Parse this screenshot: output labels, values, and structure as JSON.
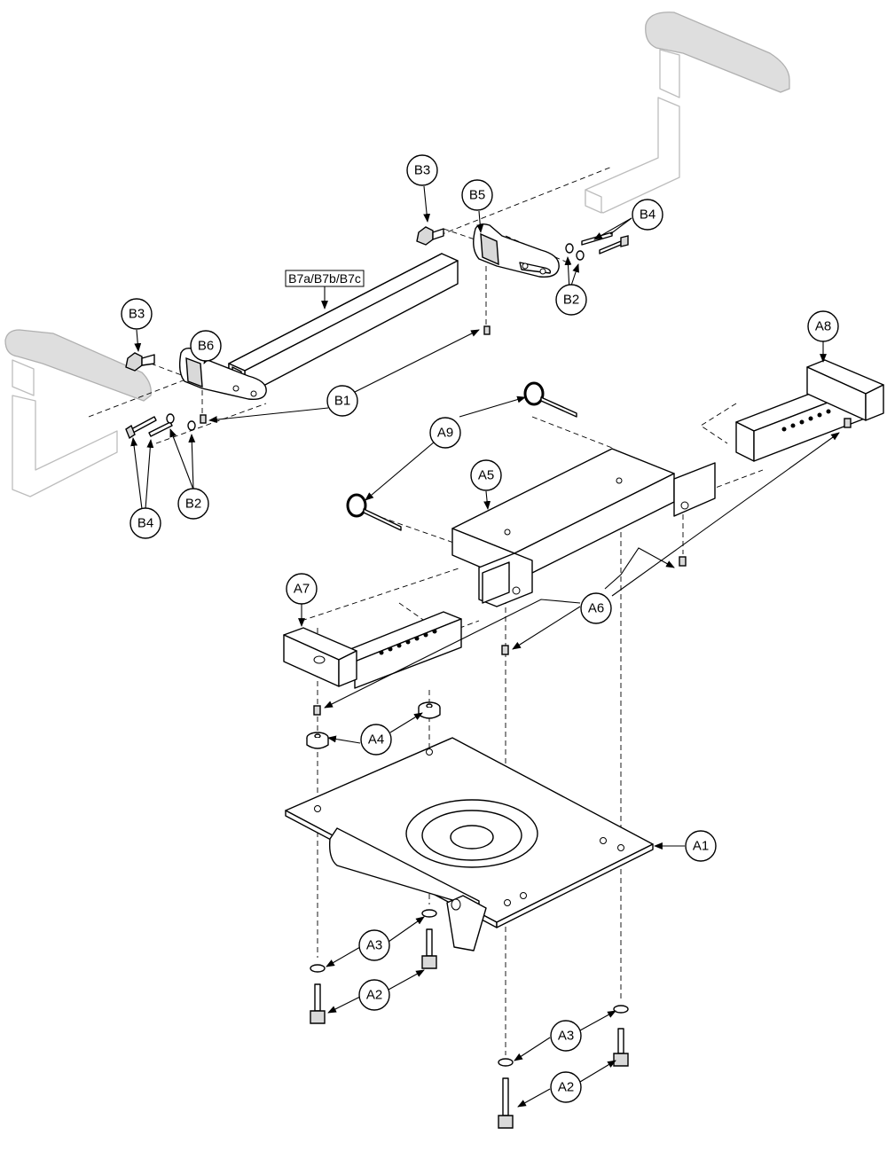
{
  "callouts": {
    "A1": "A1",
    "A2": "A2",
    "A3": "A3",
    "A4": "A4",
    "A5": "A5",
    "A6": "A6",
    "A7": "A7",
    "A8": "A8",
    "A9": "A9",
    "B1": "B1",
    "B2": "B2",
    "B3": "B3",
    "B4": "B4",
    "B5": "B5",
    "B6": "B6"
  },
  "box_label": "B7a/B7b/B7c"
}
